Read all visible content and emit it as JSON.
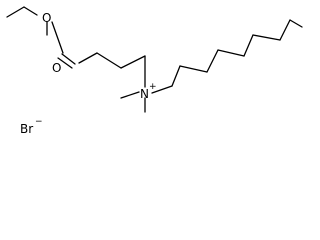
{
  "molecule": {
    "atoms": {
      "oxygen_carbonyl": "O",
      "oxygen_ester": "O",
      "nitrogen": "N",
      "nitrogen_charge": "+",
      "bromine": "Br",
      "bromine_charge": "−"
    }
  }
}
